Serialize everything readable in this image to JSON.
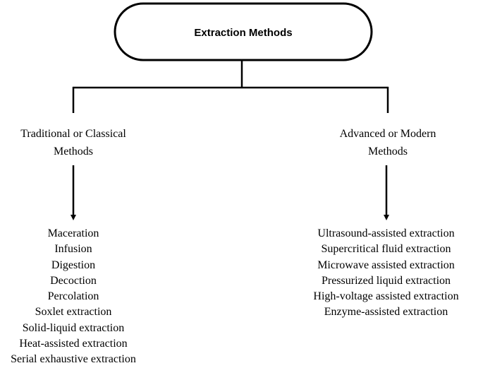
{
  "root": {
    "title": "Extraction Methods"
  },
  "branches": [
    {
      "title_lines": [
        "Traditional or Classical",
        "Methods"
      ],
      "methods": [
        "Maceration",
        "Infusion",
        "Digestion",
        "Decoction",
        "Percolation",
        "Soxlet extraction",
        "Solid-liquid extraction",
        "Heat-assisted extraction",
        "Serial exhaustive extraction"
      ]
    },
    {
      "title_lines": [
        "Advanced or Modern",
        "Methods"
      ],
      "methods": [
        "Ultrasound-assisted extraction",
        "Supercritical fluid extraction",
        "Microwave assisted extraction",
        "Pressurized liquid extraction",
        "High-voltage assisted extraction",
        "Enzyme-assisted extraction"
      ]
    }
  ]
}
